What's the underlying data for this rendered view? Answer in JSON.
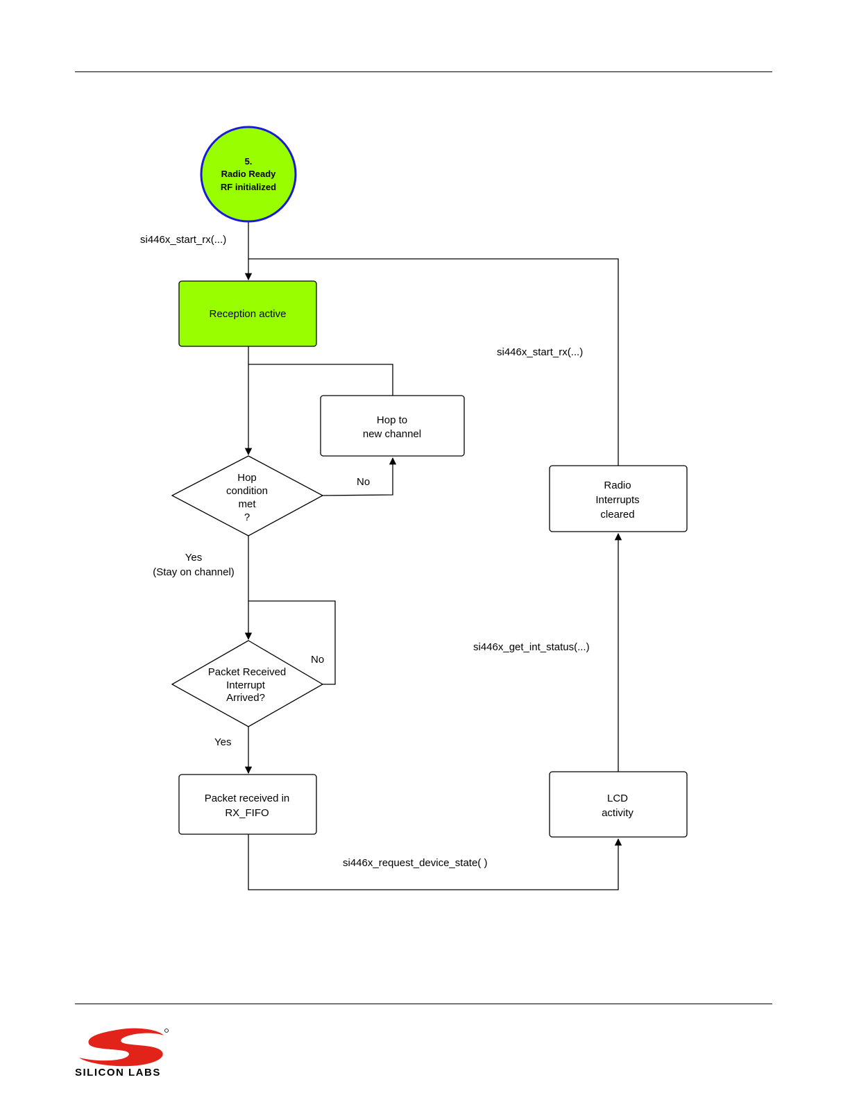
{
  "nodes": {
    "start": {
      "number": "5.",
      "line1": "Radio Ready",
      "line2": "RF initialized",
      "fill": "#99ff00",
      "stroke": "#1a1ad9"
    },
    "reception": {
      "label": "Reception active",
      "fill": "#99ff00"
    },
    "hop_channel": {
      "line1": "Hop to",
      "line2": "new channel"
    },
    "hop_decision": {
      "line1": "Hop",
      "line2": "condition",
      "line3": "met",
      "line4": "?"
    },
    "packet_decision": {
      "line1": "Packet Received",
      "line2": "Interrupt",
      "line3": "Arrived?"
    },
    "packet_received": {
      "line1": "Packet received in",
      "line2": "RX_FIFO"
    },
    "radio_cleared": {
      "line1": "Radio",
      "line2": "Interrupts",
      "line3": "cleared"
    },
    "lcd": {
      "line1": "LCD",
      "line2": "activity"
    }
  },
  "edges": {
    "start_rx_top": "si446x_start_rx(...)",
    "start_rx_right": "si446x_start_rx(...)",
    "hop_no": "No",
    "hop_yes_1": "Yes",
    "hop_yes_2": "(Stay on channel)",
    "packet_no": "No",
    "packet_yes": "Yes",
    "request_state": "si446x_request_device_state( )",
    "get_int_status": "si446x_get_int_status(...)"
  },
  "logo": {
    "company": "SILICON LABS",
    "accent": "#e2231a"
  }
}
